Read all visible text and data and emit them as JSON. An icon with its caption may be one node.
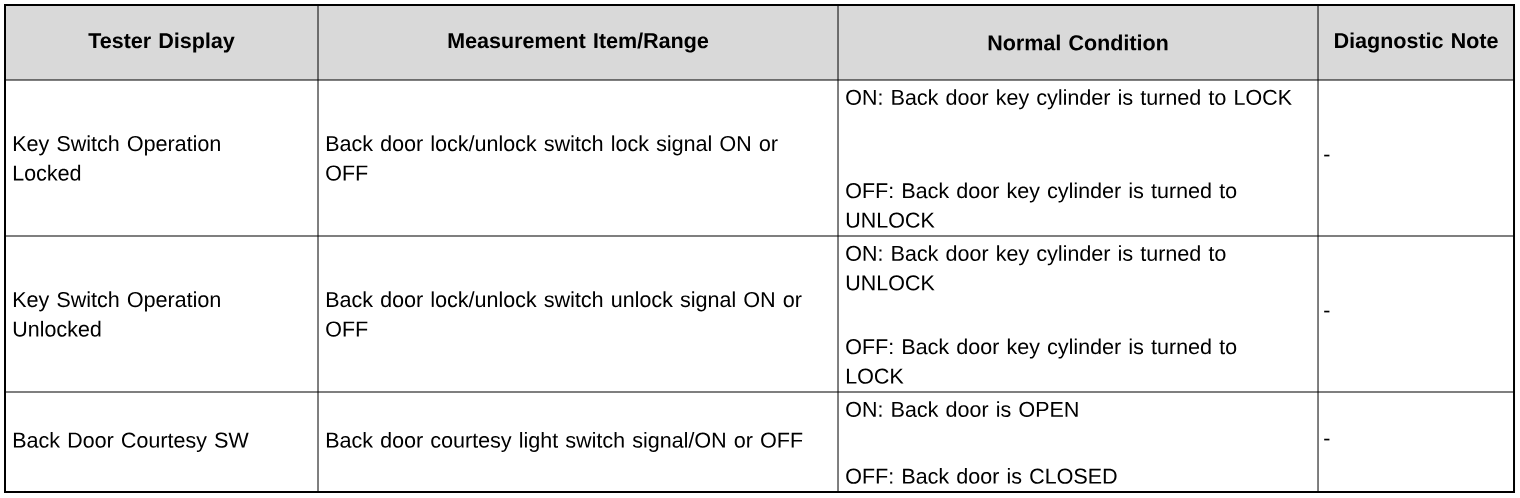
{
  "diagram": {
    "labels": [
      "Tester Display",
      "Measurement Item/Range",
      "Normal Condition",
      "Diagnostic Note",
      "Key Switch Operation Locked",
      "Back door lock/unlock switch lock signal ON or OFF",
      "ON: Back door key cylinder is turned to LOCK",
      "OFF: Back door key cylinder is turned to UNLOCK",
      "-",
      "Key Switch Operation Unlocked",
      "Back door lock/unlock switch unlock signal ON or OFF",
      "ON: Back door key cylinder is turned to UNLOCK",
      "OFF: Back door key cylinder is turned to LOCK",
      "-",
      "Back Door Courtesy SW",
      "Back door courtesy light switch signal/ON or OFF",
      "ON: Back door is OPEN",
      "OFF: Back door is CLOSED",
      "-"
    ]
  }
}
